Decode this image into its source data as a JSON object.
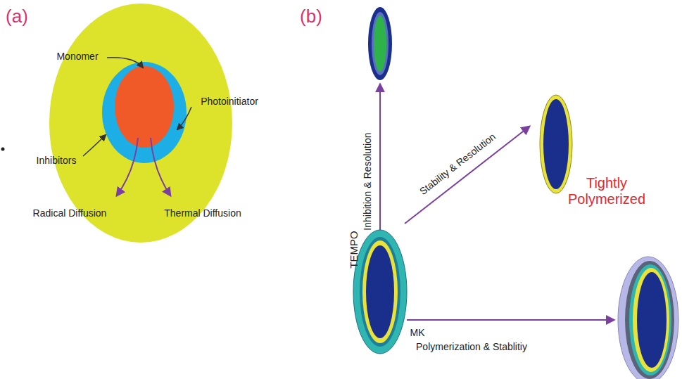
{
  "diagram": {
    "labels": [
      "(a)",
      "(b)",
      "Monomer",
      "Photoinitiator",
      "Inhibitors",
      "Radical Diffusion",
      "Thermal Diffusion",
      "TEMPO",
      "Inhibition & Resolution",
      "Stability & Resolution",
      "Tightly Polymerized",
      "MK",
      "Polymerization & Stablitiy"
    ]
  }
}
